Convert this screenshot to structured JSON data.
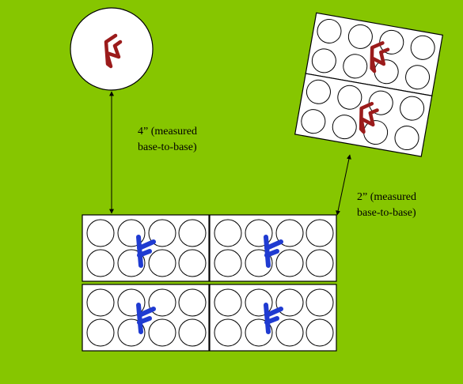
{
  "colors": {
    "background": "#86c600",
    "tray_fill": "#ffffff",
    "stroke": "#000000",
    "lightning_rune": "#9b1b1b",
    "f_rune": "#1f3bd1"
  },
  "icons": {
    "single_base": "lightning-rune-icon",
    "angled_unit": "lightning-rune-icon",
    "main_unit": "f-rune-icon"
  },
  "labels": {
    "distance_4": {
      "line1": "4” (measured",
      "line2": "base-to-base)"
    },
    "distance_2": {
      "line1": "2” (measured",
      "line2": "base-to-base)"
    }
  },
  "units": {
    "main_trays": 4,
    "angled_trays": 2,
    "bases_per_tray": 8
  }
}
